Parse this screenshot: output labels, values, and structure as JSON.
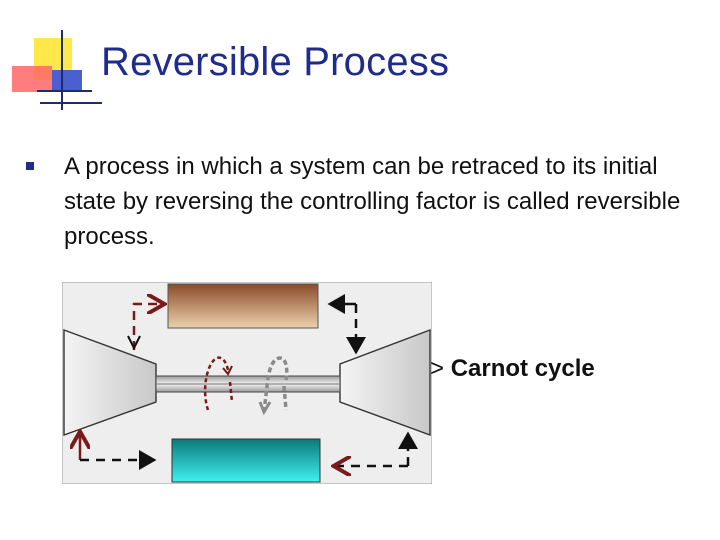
{
  "slide": {
    "title": "Reversible Process",
    "bullets": [
      {
        "text": "A process in which a system can be retraced to its initial state by reversing the controlling factor is called reversible process."
      }
    ],
    "diagram_label": {
      "arrow": ">",
      "text": "Carnot cycle"
    }
  },
  "colors": {
    "title": "#1f2c8c",
    "hot_reservoir_top": "#8a4a2a",
    "hot_reservoir_bottom": "#e8c9a0",
    "cold_reservoir_top": "#0a7a7a",
    "cold_reservoir_bottom": "#33e6e6",
    "arrow_red": "#7a1a1a",
    "arrow_black": "#111111"
  },
  "icons": {
    "bullet": "square-bullet-icon",
    "logo": "corner-squares-logo"
  }
}
